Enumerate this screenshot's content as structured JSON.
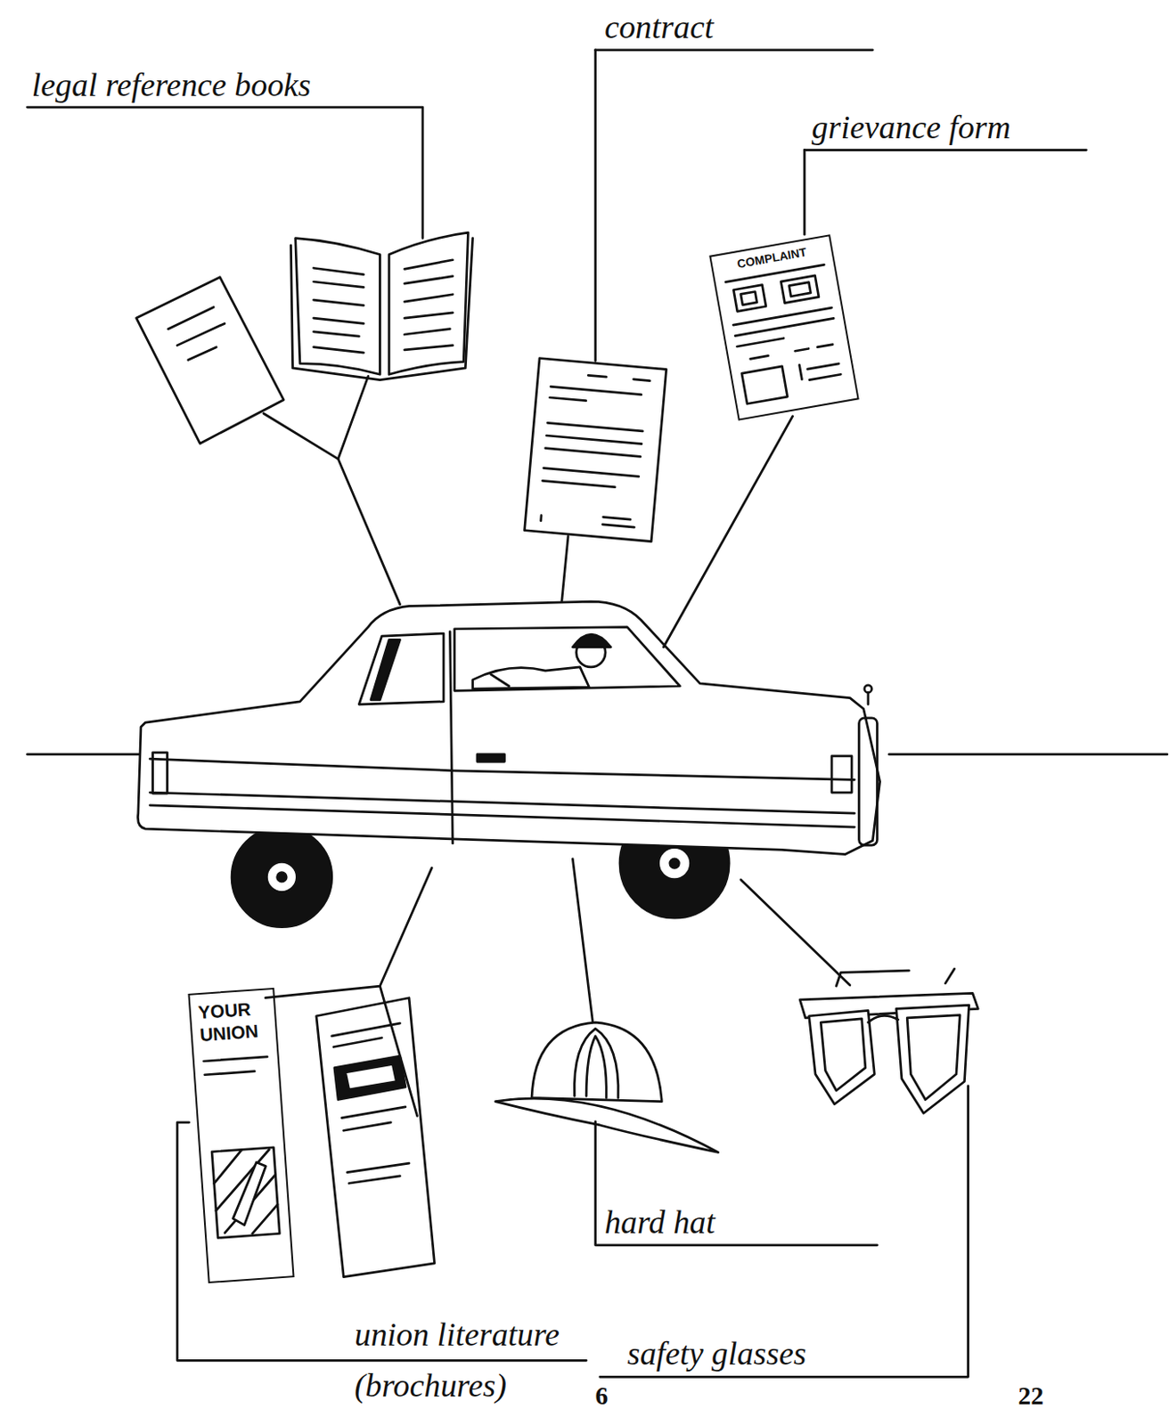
{
  "diagram": {
    "nodes": [
      {
        "text": [
          "COMPLAINT"
        ]
      },
      {
        "text": [
          "YOUR UNION"
        ]
      }
    ],
    "labels": [
      "legal reference books",
      "contract",
      "grievance form",
      "union literature (brochures)",
      "hard hat",
      "safety glasses",
      "6",
      "22"
    ]
  }
}
